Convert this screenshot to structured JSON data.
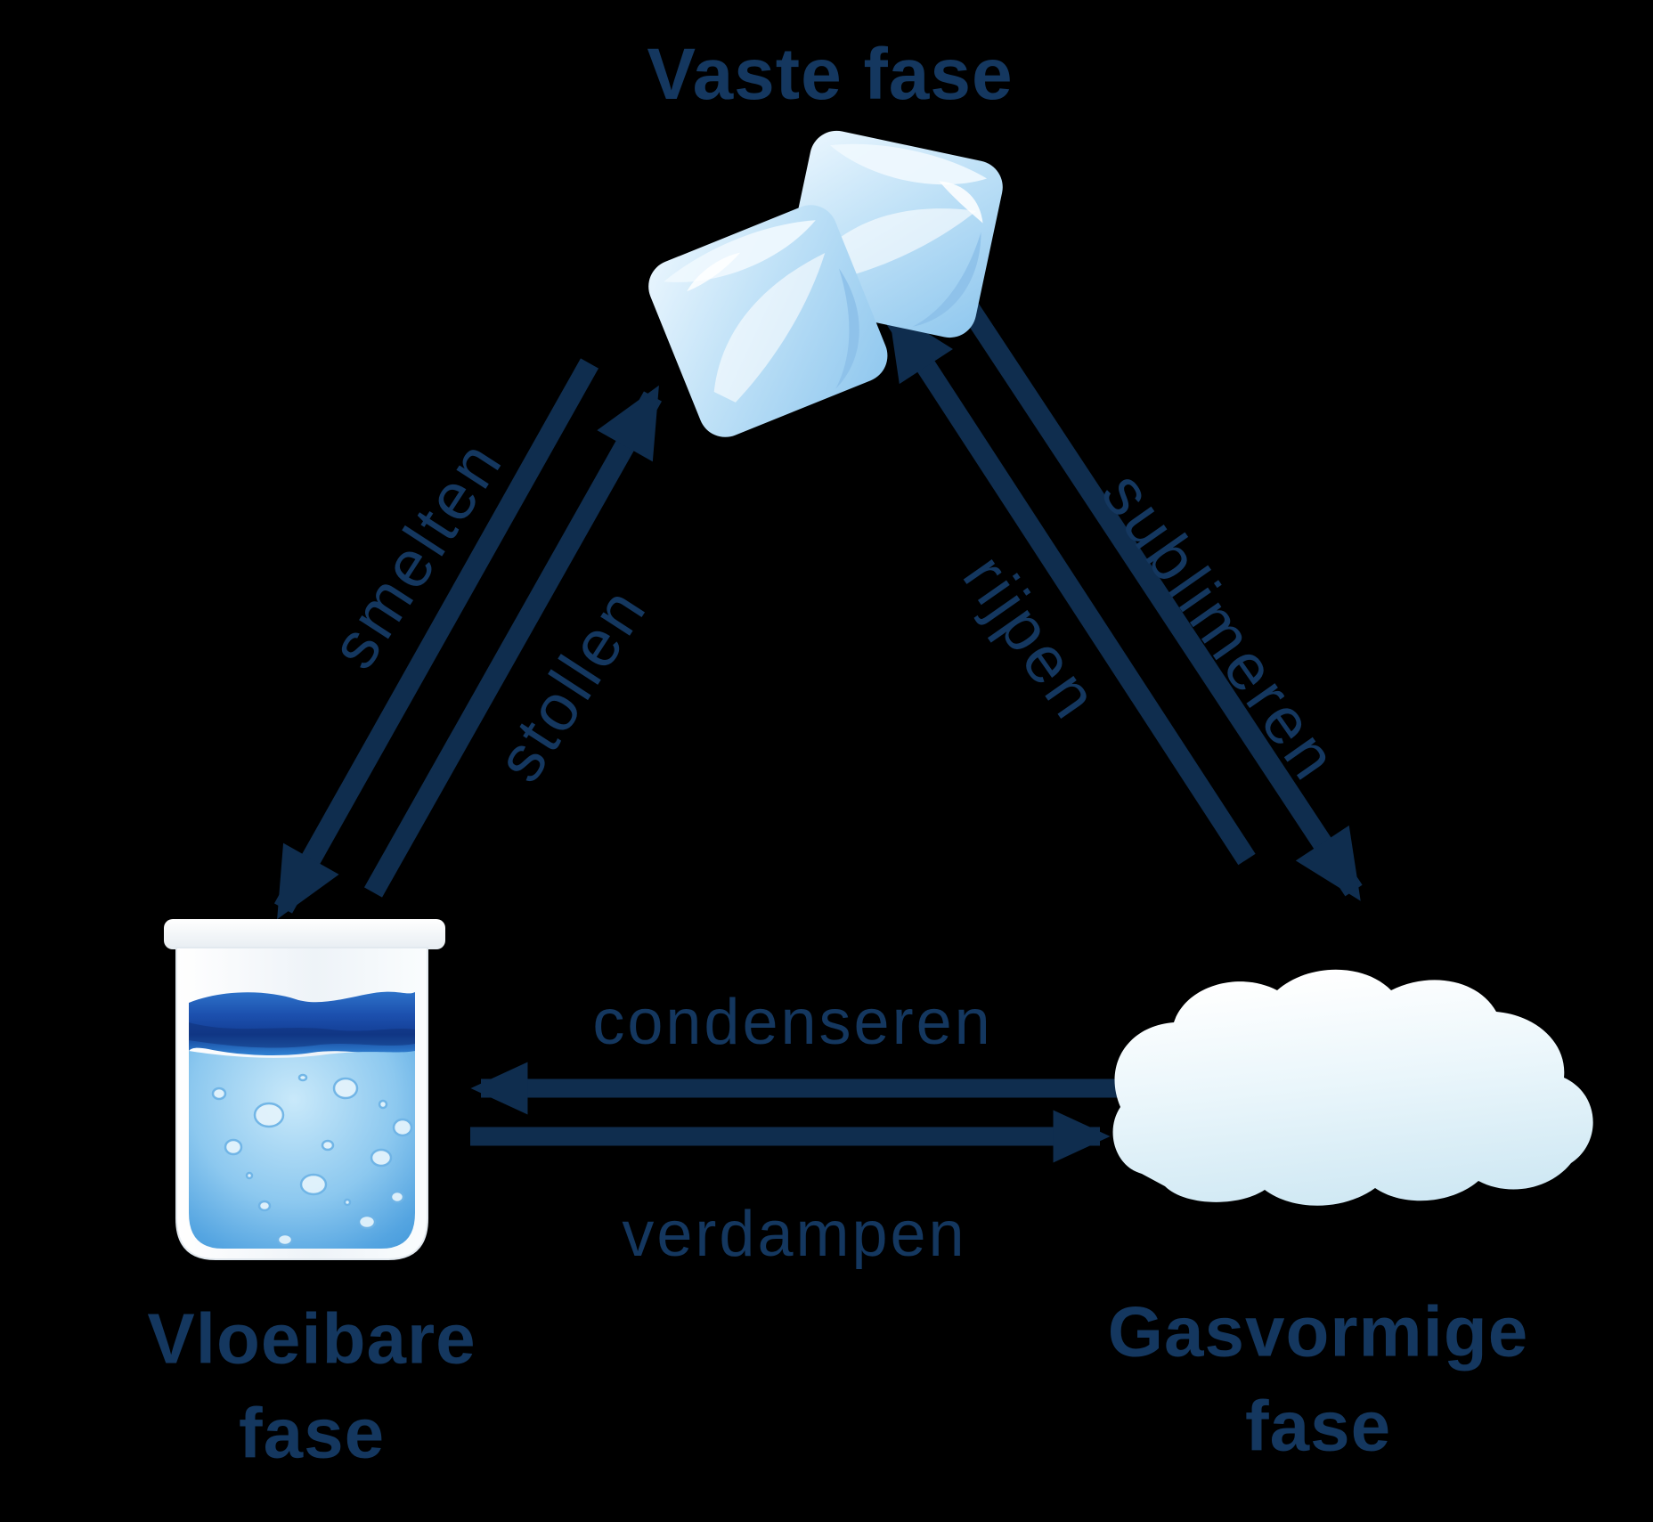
{
  "diagram": {
    "background_color": "#000000",
    "text_color": "#14375f",
    "arrow_color": "#0f2d4e",
    "phases": {
      "solid": "Vaste fase",
      "liquid": "Vloeibare fase",
      "gas": "Gasvormige fase"
    },
    "transitions": {
      "smelten": "smelten",
      "stollen": "stollen",
      "rijpen": "rijpen",
      "sublimeren": "sublimeren",
      "condenseren": "condenseren",
      "verdampen": "verdampen"
    },
    "icons": {
      "solid": "ice-cubes-icon",
      "liquid": "water-beaker-icon",
      "gas": "cloud-icon"
    }
  }
}
